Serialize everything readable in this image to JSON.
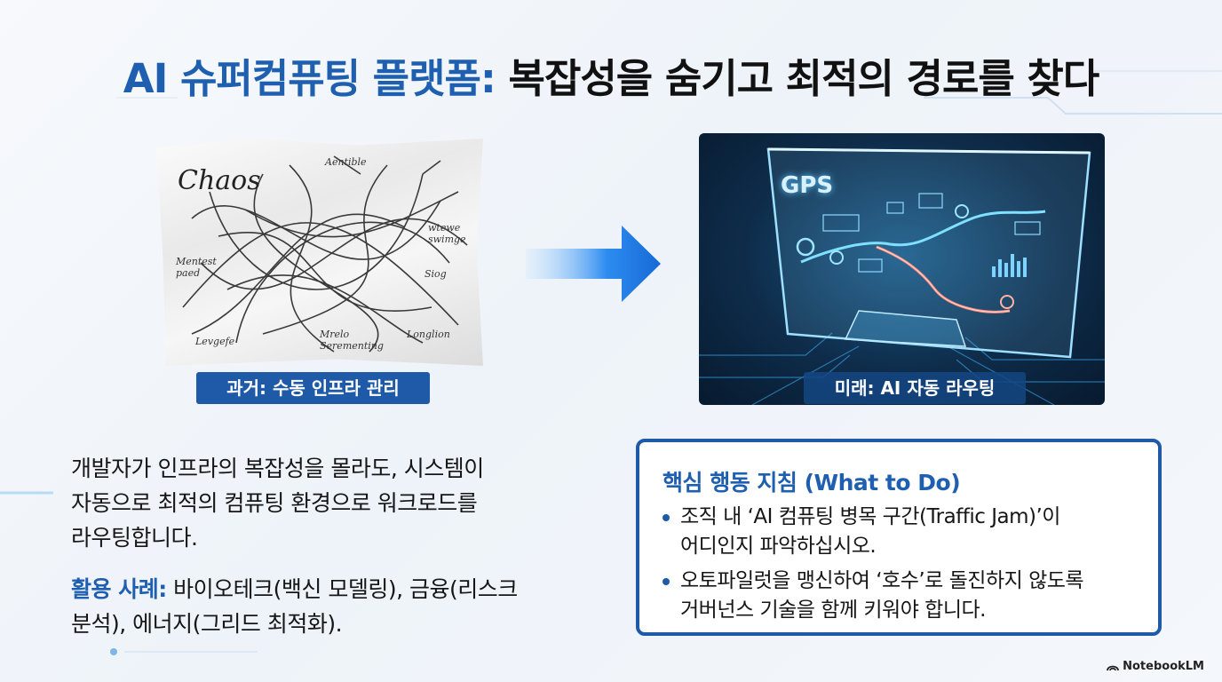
{
  "title": {
    "accent": "AI 슈퍼컴퓨팅 플랫폼:",
    "rest": "복잡성을 숨기고 최적의 경로를 찾다"
  },
  "left_panel": {
    "image_text": {
      "chaos": "Chaos",
      "s1": "Aentible",
      "s2": "Mentest paed",
      "s3": "Levgefe",
      "s4": "Mrelo Serementing",
      "s5": "Longlion",
      "s6": "wtewe swimge",
      "s7": "Siog"
    },
    "caption": "과거: 수동 인프라 관리"
  },
  "right_panel": {
    "image_text": {
      "gps": "GPS"
    },
    "caption": "미래: AI 자동 라우팅"
  },
  "body": {
    "line1": "개발자가 인프라의 복잡성을 몰라도, 시스템이",
    "line2": "자동으로 최적의 컴퓨팅 환경으로 워크로드를",
    "line3": "라우팅합니다."
  },
  "use_case": {
    "label": "활용 사례:",
    "line1": "바이오테크(백신 모델링), 금융(리스크",
    "line2": "분석), 에너지(그리드 최적화)."
  },
  "action_box": {
    "title": "핵심 행동 지침 (What to Do)",
    "items": [
      {
        "line1": "조직 내 ‘AI 컴퓨팅 병목 구간(Traffic Jam)’이",
        "line2": "어디인지 파악하십시오."
      },
      {
        "line1": "오토파일럿을 맹신하여 ‘호수’로 돌진하지 않도록",
        "line2": "거버넌스 기술을 함께 키워야 합니다."
      }
    ]
  },
  "brand": "NotebookLM",
  "colors": {
    "accent": "#1f5fb0",
    "caption_bg": "#1e5aa8",
    "panel_bg": "#0e2c4a"
  },
  "icons": [
    "arrow-right-icon",
    "notebooklm-icon",
    "bullet-icon"
  ]
}
